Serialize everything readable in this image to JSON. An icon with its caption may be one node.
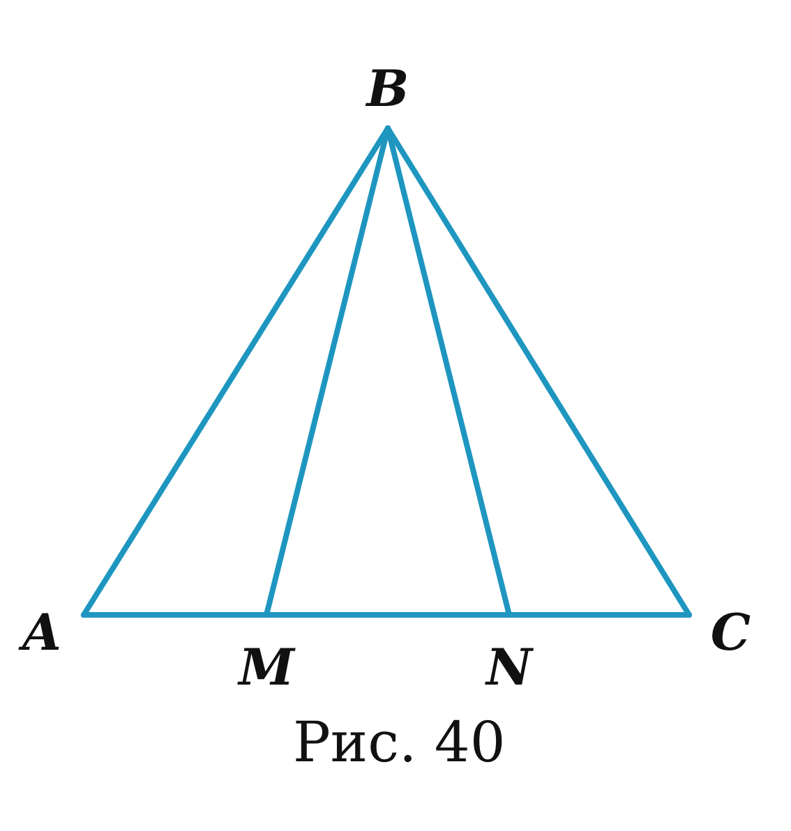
{
  "diagram": {
    "caption": "Рис. 40",
    "nodes": [
      {
        "text": [
          "B"
        ]
      },
      {
        "text": [
          "A"
        ]
      },
      {
        "text": [
          "M"
        ]
      },
      {
        "text": [
          "N"
        ]
      },
      {
        "text": [
          "C"
        ]
      }
    ],
    "edges": [
      {
        "from": 1,
        "to": 0,
        "arrow": "none"
      },
      {
        "from": 0,
        "to": 4,
        "arrow": "none"
      },
      {
        "from": 1,
        "to": 2,
        "arrow": "none"
      },
      {
        "from": 2,
        "to": 3,
        "arrow": "none"
      },
      {
        "from": 3,
        "to": 4,
        "arrow": "none"
      },
      {
        "from": 0,
        "to": 2,
        "arrow": "none"
      },
      {
        "from": 0,
        "to": 3,
        "arrow": "none"
      }
    ]
  }
}
